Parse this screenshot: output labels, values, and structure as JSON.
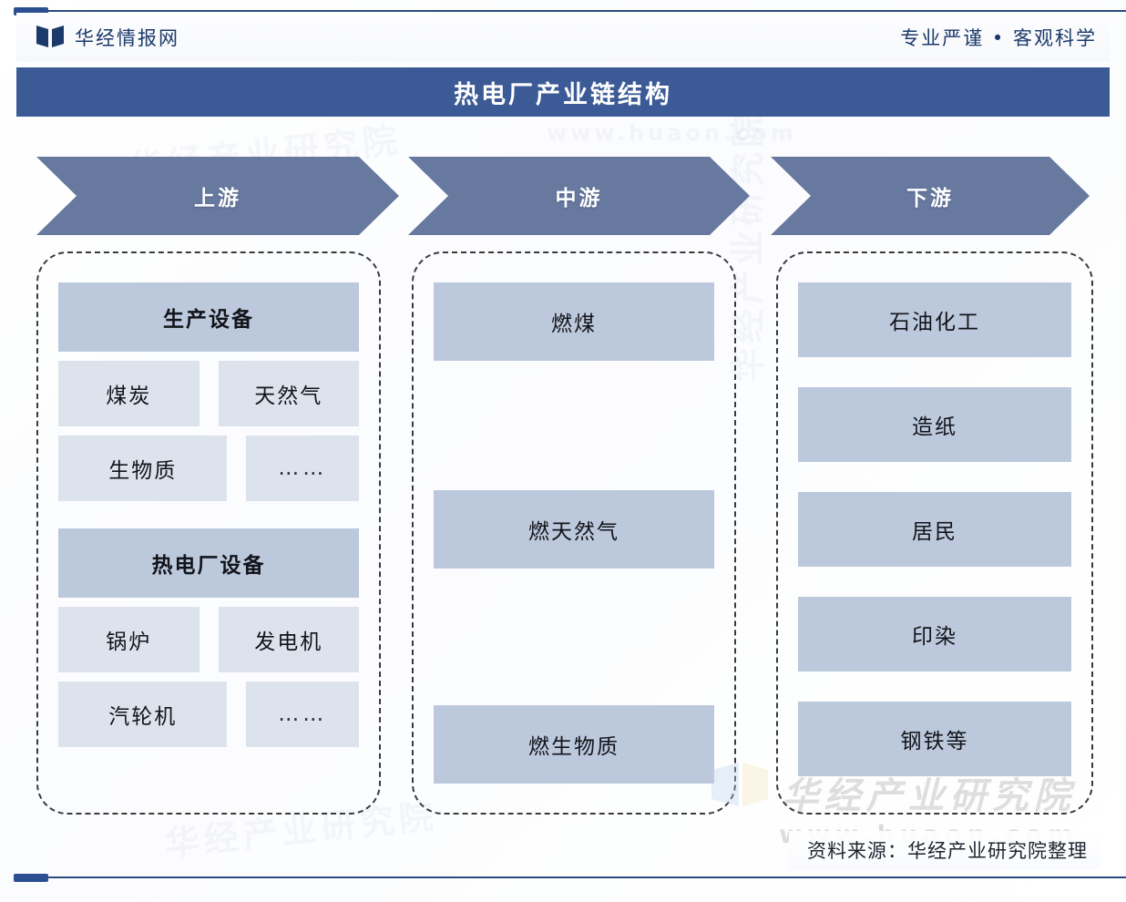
{
  "header": {
    "brand_name": "华经情报网",
    "brand_logo_icon": "book-mark-icon",
    "tagline": "专业严谨 • 客观科学"
  },
  "title": {
    "text": "热电厂产业链结构",
    "bar_color": "#3c5b96"
  },
  "stages": [
    {
      "label": "上游"
    },
    {
      "label": "中游"
    },
    {
      "label": "下游"
    }
  ],
  "colors": {
    "chevron": "#67799f",
    "node_head": "#bcc9dc",
    "node_sub": "#dde3ed",
    "rule": "#2e4a7d",
    "brand_text": "#1b3a6b"
  },
  "columns": {
    "upstream": {
      "groups": [
        {
          "head": "生产设备",
          "rows": [
            {
              "left": "煤炭",
              "right": "天然气"
            },
            {
              "left": "生物质",
              "right": "……"
            }
          ]
        },
        {
          "head": "热电厂设备",
          "rows": [
            {
              "left": "锅炉",
              "right": "发电机"
            },
            {
              "left": "汽轮机",
              "right": "……"
            }
          ]
        }
      ]
    },
    "midstream": {
      "nodes": [
        "燃煤",
        "燃天然气",
        "燃生物质"
      ]
    },
    "downstream": {
      "nodes": [
        "石油化工",
        "造纸",
        "居民",
        "印染",
        "钢铁等"
      ]
    }
  },
  "watermark": {
    "cn": "华经产业研究院",
    "url": "www.huaon.com",
    "bg_a": "华经产业研究院",
    "bg_b": "www.huaon.com",
    "bg_c": "华经产业研究院",
    "bg_d": "华经产业研究院"
  },
  "footer": {
    "source": "资料来源：华经产业研究院整理"
  }
}
